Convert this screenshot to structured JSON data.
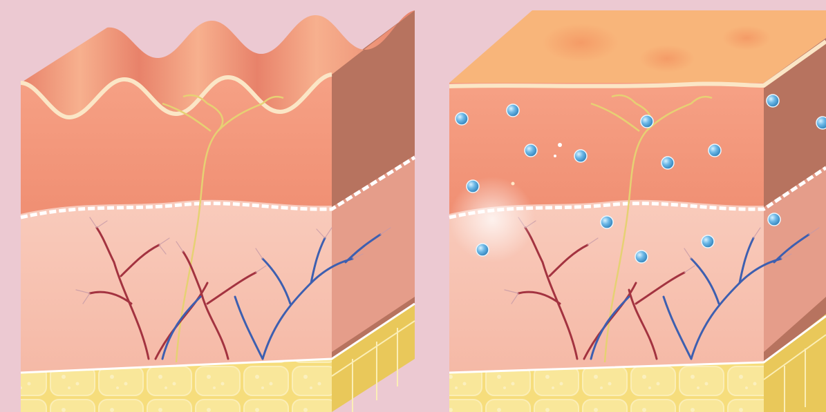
{
  "figure": {
    "panels": [
      {
        "id": "before",
        "surface": "wrinkled",
        "has_hydration_particles": false
      },
      {
        "id": "after",
        "surface": "smooth",
        "has_hydration_particles": true
      }
    ],
    "layers": [
      "epidermis",
      "dermis",
      "subcutaneous-fat"
    ],
    "structures": [
      "nerve",
      "arteries",
      "veins"
    ]
  },
  "colors": {
    "background": "#ecc9d2",
    "epidermis": "#f49a80",
    "epidermis_side": "#b7735f",
    "dermis": "#f7c2b2",
    "dermis_side": "#f0ad99",
    "fat": "#f6dd7c",
    "fat_side": "#e9c85a",
    "wrinkle_top": "#f08e6c",
    "smooth_top": "#f8b57a",
    "nerve": "#e6d173",
    "artery": "#a33340",
    "vein": "#3d5fb0",
    "droplet": "#4a9fd6"
  }
}
